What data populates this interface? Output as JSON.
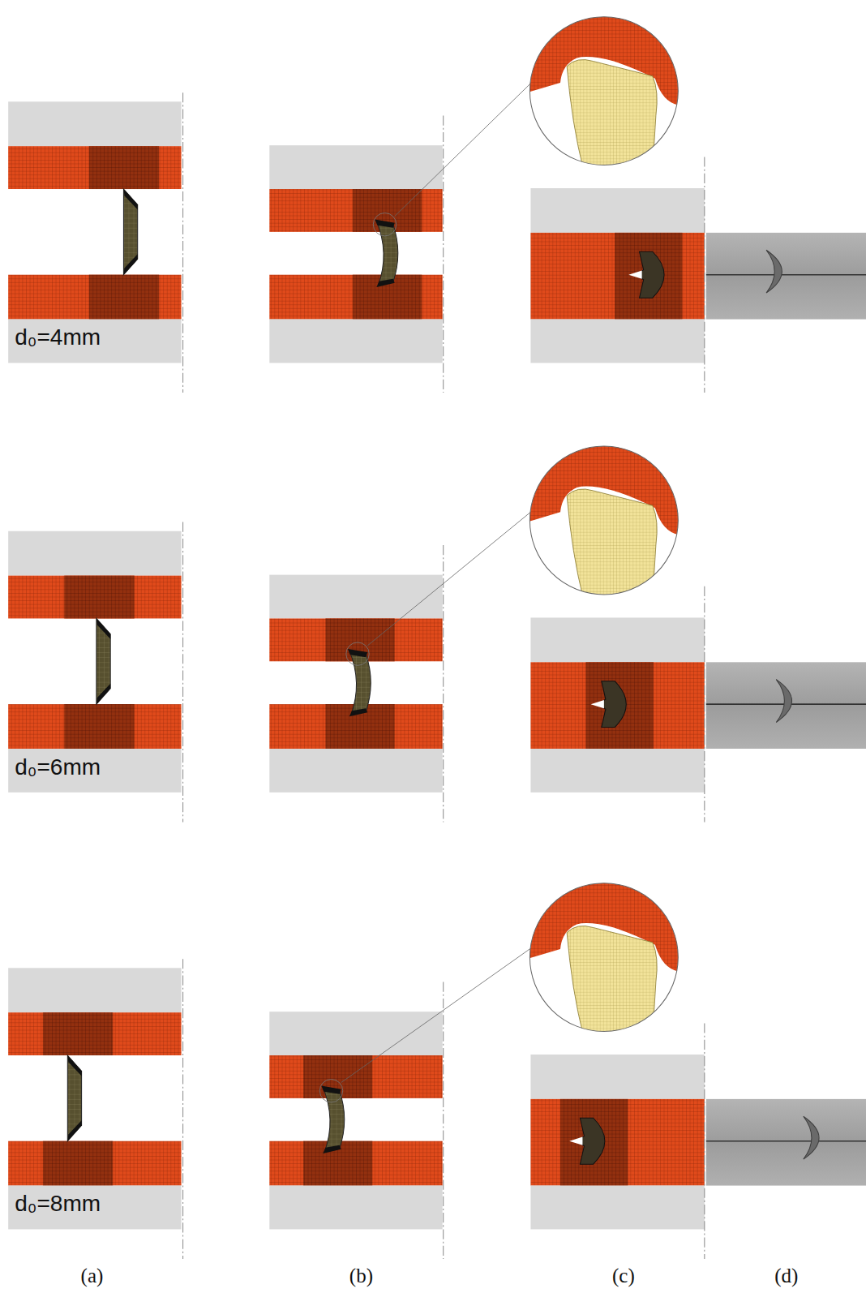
{
  "diagram": {
    "labels": [
      "d₀=4mm",
      "d₀=6mm",
      "d₀=8mm",
      "(a)",
      "(b)",
      "(c)",
      "(d)"
    ]
  }
}
